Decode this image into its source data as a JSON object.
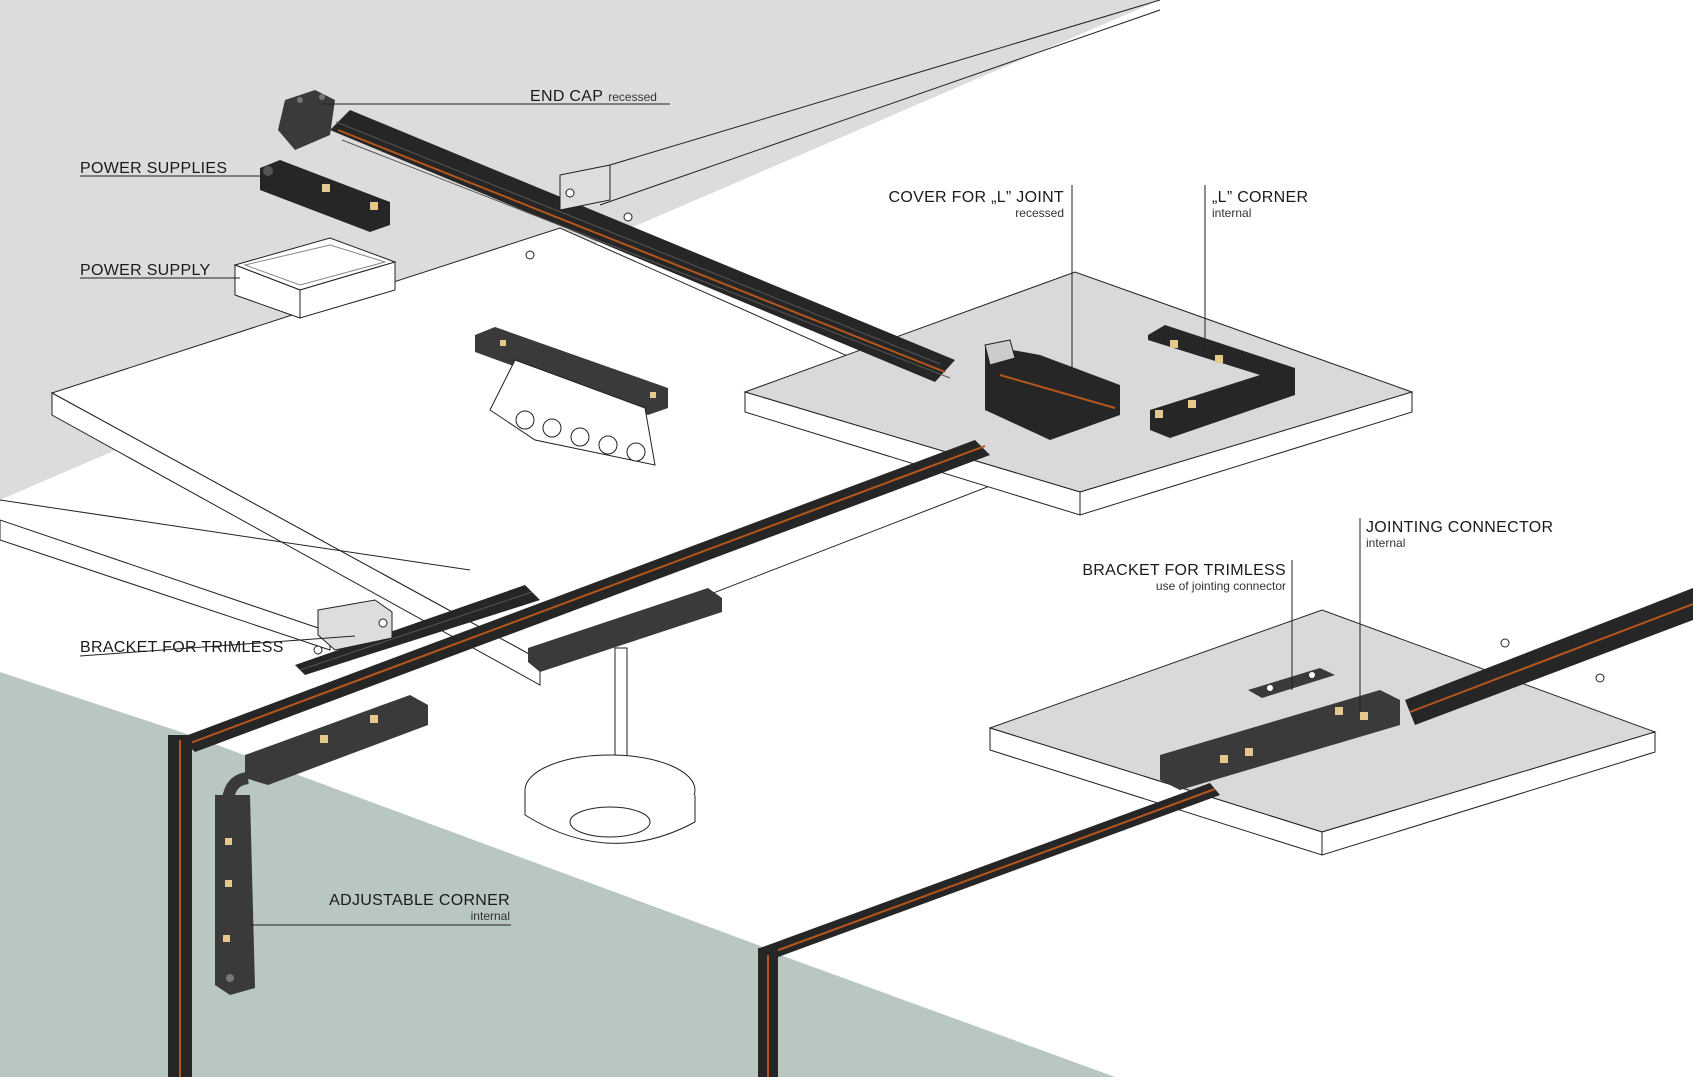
{
  "colors": {
    "ceiling_grey": "#dcdcdc",
    "wall_green": "#b9c7c1",
    "panel_white": "#ffffff",
    "track_black": "#262626",
    "copper_stripe": "#b5561c",
    "recess_grey": "#d9d9d9",
    "fixture_dark": "#3a3a3a"
  },
  "labels": {
    "end_cap": {
      "title": "END CAP",
      "sub": "recessed"
    },
    "power_supplies": {
      "title": "POWER SUPPLIES"
    },
    "power_supply": {
      "title": "POWER SUPPLY"
    },
    "cover_l_joint": {
      "title": "COVER FOR „L” JOINT",
      "sub": "recessed"
    },
    "l_corner": {
      "title": "„L” CORNER",
      "sub": "internal"
    },
    "jointing_connector": {
      "title": "JOINTING CONNECTOR",
      "sub": "internal"
    },
    "bracket_trimless_right": {
      "title": "BRACKET FOR TRIMLESS",
      "sub": "use of jointing connector"
    },
    "bracket_trimless_left": {
      "title": "BRACKET FOR TRIMLESS"
    },
    "adjustable_corner": {
      "title": "ADJUSTABLE CORNER",
      "sub": "internal"
    }
  },
  "icons": [
    "screw-icon",
    "led-spot-module-icon",
    "pendant-light-icon"
  ]
}
